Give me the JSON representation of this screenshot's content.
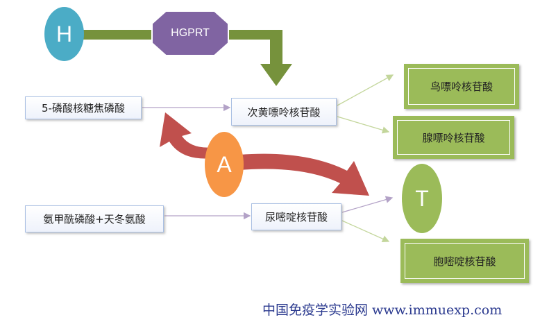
{
  "nodes": {
    "h_circle": "H",
    "hgprt": "HGPRT",
    "prpp": "5-磷酸核糖焦磷酸",
    "hypoxanthine": "次黄嘌呤核苷酸",
    "guanine": "鸟嘌呤核苷酸",
    "adenine": "腺嘌呤核苷酸",
    "a_circle": "A",
    "t_circle": "T",
    "carbamoyl": "氨甲酰磷酸+天冬氨酸",
    "orotidine": "尿嘧啶核苷酸",
    "cytidine": "胞嘧啶核苷酸"
  },
  "colors": {
    "h_circle": "#4bacc6",
    "hgprt": "#8064a2",
    "olive_arrow": "#76923c",
    "a_circle": "#f79646",
    "red_arrow": "#c0504d",
    "t_circle": "#9bbb59",
    "green_box": "#9bbb59",
    "connector": "#b3a2c7",
    "green_connector": "#c3d69b"
  },
  "footer": {
    "text": "中国免疫学实验网 www.immuexp.com"
  }
}
